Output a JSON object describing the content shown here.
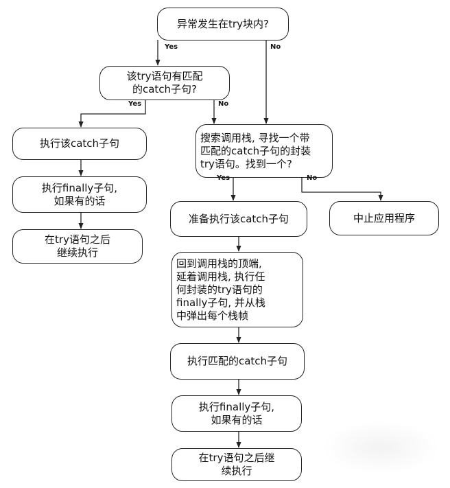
{
  "nodes": {
    "q_try": "异常发生在try块内?",
    "q_match": "该try语句有匹配\n的catch子句?",
    "exec_catch": "执行该catch子句",
    "exec_finally_left": "执行finally子句,\n如果有的话",
    "continue_left": "在try语句之后\n继续执行",
    "search_stack": "搜索调用栈, 寻找一个带\n匹配的catch子句的封装\ntry语句。找到一个?",
    "prepare_catch": "准备执行该catch子句",
    "abort": "中止应用程序",
    "unwind": "回到调用栈的顶端,\n延着调用栈, 执行任\n何封装的try语句的\nfinally子句, 并从栈\n中弹出每个栈帧",
    "exec_match_catch": "执行匹配的catch子句",
    "exec_finally_right": "执行finally子句,\n如果有的话",
    "continue_right": "在try语句之后继\n续执行"
  },
  "labels": {
    "yes": "Yes",
    "no": "No"
  }
}
